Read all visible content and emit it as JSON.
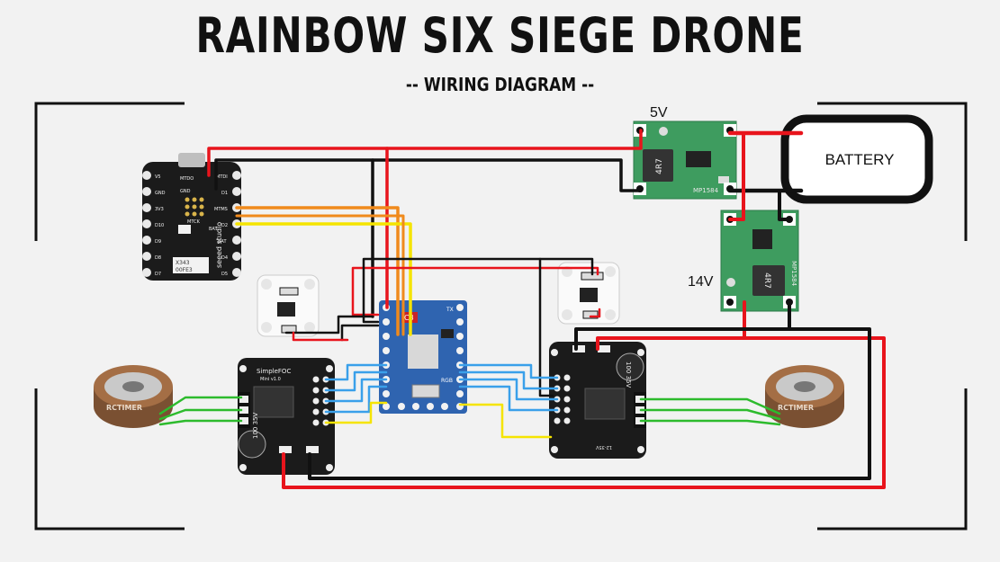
{
  "header": {
    "title": "RAINBOW SIX SIEGE DRONE",
    "subtitle": "-- WIRING DIAGRAM --"
  },
  "labels": {
    "battery": "BATTERY",
    "reg_5v": "5V",
    "reg_14v": "14V"
  },
  "boards": {
    "xiao_brand": "seeed studio",
    "xiao_id_1": "X343",
    "xiao_id_2": "00FE3",
    "xiao_pins_left": [
      "V5",
      "GND",
      "3V3",
      "D10",
      "D9",
      "D8",
      "D7"
    ],
    "xiao_pins_right": [
      "MTDI",
      "D1",
      "MTMS",
      "D2",
      "BAT",
      "D4",
      "D5"
    ],
    "xiao_pad_labels": [
      "MTDO",
      "GND",
      "MTCK",
      "BAT"
    ],
    "esp32_badge": "C3",
    "esp32_tx": "TX",
    "esp32_rgb": "RGB",
    "reg_chip": "4R7",
    "reg_ic": "MP1584",
    "driver_left_brand": "SimpleFOC",
    "driver_left_model": "Mini v1.0",
    "driver_left_cap": "100 35V",
    "driver_right_cap": "100 35V",
    "driver_right_volt": "12-35V",
    "motor_brand": "RCTIMER"
  },
  "colors": {
    "background": "#f2f2f2",
    "pcb_green": "#3e9c5f",
    "pcb_blue": "#2f64b0",
    "pcb_black": "#1b1b1b",
    "wire_red": "#e8141c",
    "wire_black": "#111111",
    "wire_orange": "#f08a1c",
    "wire_yellow": "#f5e400",
    "wire_blue": "#3aa0ea",
    "wire_green": "#2dbb2d",
    "motor_bronze": "#a46e45",
    "motor_silver": "#c9c9c9"
  }
}
